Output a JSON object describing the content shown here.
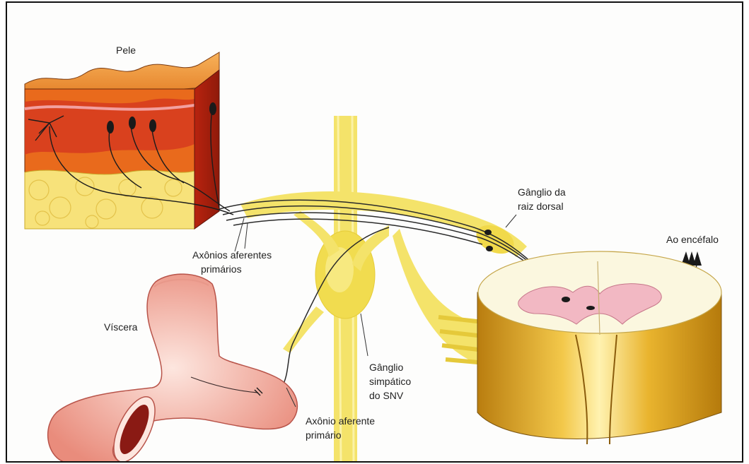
{
  "labels": {
    "skin": "Pele",
    "primary_afferent_axons_line1": "Axônios aferentes",
    "primary_afferent_axons_line2": "primários",
    "viscera": "Víscera",
    "dorsal_root_ganglion_line1": "Gânglio da",
    "dorsal_root_ganglion_line2": "raiz dorsal",
    "to_brain": "Ao encéfalo",
    "sympathetic_ganglion_line1": "Gânglio",
    "sympathetic_ganglion_line2": "simpático",
    "sympathetic_ganglion_line3": "do SNV",
    "primary_afferent_axon_line1": "Axônio aferente",
    "primary_afferent_axon_line2": "primário"
  },
  "colors": {
    "nerve_yellow": "#f4e36a",
    "nerve_yellow_light": "#fbf2a6",
    "skin_orange": "#e9812c",
    "skin_red": "#d23a1c",
    "fat_yellow": "#f7e27a",
    "viscera_pink": "#f4b9aa",
    "spinal_gold": "#d9a21c",
    "gray_matter_pink": "#f2b8c3",
    "axon_dark": "#2a2a2a"
  }
}
